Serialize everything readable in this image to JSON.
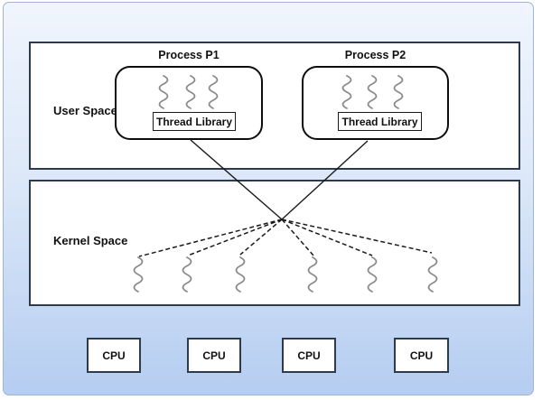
{
  "diagram": {
    "user_space": {
      "label": "User Space",
      "processes": [
        {
          "label": "Process P1",
          "library_label": "Thread Library",
          "user_thread_count": 3
        },
        {
          "label": "Process P2",
          "library_label": "Thread Library",
          "user_thread_count": 3
        }
      ]
    },
    "kernel_space": {
      "label": "Kernel Space",
      "kernel_thread_count": 6
    },
    "cpus": {
      "labels": [
        "CPU",
        "CPU",
        "CPU",
        "CPU"
      ]
    },
    "mapping": {
      "solid_lines_from_libraries": 2,
      "dashed_lines_to_kernel_threads": 6,
      "convergence_point": "many-to-many scheduler point"
    },
    "colors": {
      "card_gradient_top": "#f0f5fd",
      "card_gradient_bottom": "#b5cdf1",
      "card_border": "#9fb6da",
      "region_border": "#2e3b4e",
      "process_border": "#0d0d0d",
      "thread_stroke": "#8a8a8a",
      "line_color": "#1a1a1a"
    }
  }
}
